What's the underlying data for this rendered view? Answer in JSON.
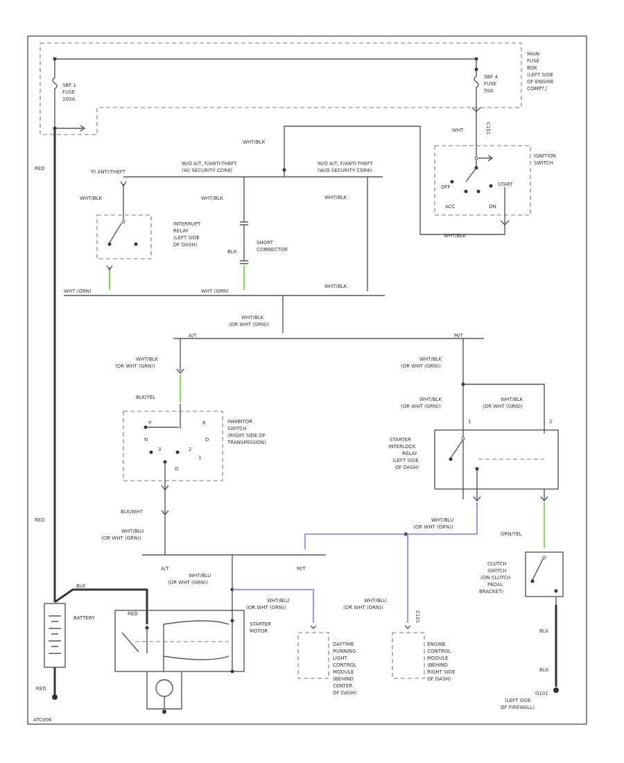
{
  "labels": {
    "main_fuse_box": [
      "MAIN",
      "FUSE",
      "BOX",
      "(LEFT SIDE",
      "OF ENGINE",
      "COMPT.)"
    ],
    "sbf1": [
      "SBF 1",
      "FUSE",
      "100A"
    ],
    "sbf4": [
      "SBF 4",
      "FUSE",
      "50A"
    ],
    "red_top": "RED",
    "red_mid": "RED",
    "red_bottom": "RED",
    "wht_top": "WHT",
    "ignition_switch": [
      "IGNITION",
      "SWITCH"
    ],
    "ign_off": "OFF",
    "ign_start": "START",
    "ign_acc": "ACC",
    "ign_on": "ON",
    "wht_blk_top": "WHT/BLK",
    "wht_blk_ign_out": "WHT/BLK",
    "branch_left": [
      "W/O A/T, F/ANTI-THEFT",
      "(W/ SECURITY CDR8)"
    ],
    "branch_right": [
      "W/O A/T, F/ANTI-THEFT",
      "(W/O SECURITY CDR8)"
    ],
    "anti_theft": "'F/ ANTI-THEFT",
    "wht_blk_relay_in": "WHT/BLK",
    "wht_blk_short": "WHT/BLK",
    "wht_blk_right": "WHT/BLK",
    "interrupt_relay": [
      "INTERRUPT",
      "RELAY",
      "(LEFT SIDE",
      "OF DASH)"
    ],
    "short_connector": [
      "SHORT",
      "CONNECTOR"
    ],
    "blk_short": "BLK",
    "wht_grn_a": "WHT (GRN)",
    "wht_grn_b": "WHT (GRN)",
    "wht_blk_merge": "WHT/BLK",
    "merge_wire": [
      "WHT/BLK",
      "(OR WHT (GRN))"
    ],
    "at_label": "A/T",
    "mt_label": "M/T",
    "at_wire": [
      "WHT/BLK",
      "(OR WHT (GRN))"
    ],
    "mt_wire": [
      "WHT/BLK",
      "(OR WHT (GRN))"
    ],
    "blk_yel": "BLK/YEL",
    "inhibitor_switch": [
      "INHIBITOR",
      "SWITCH",
      "(RIGHT SIDE OF",
      "TRANSMISSION)"
    ],
    "inhibitor_positions": [
      "P",
      "R",
      "N",
      "D",
      "3",
      "2",
      "1",
      "D"
    ],
    "blk_wht": "BLK/WHT",
    "at_out_wire": [
      "WHT/BLU",
      "(OR WHT (GRN))"
    ],
    "relay_in_a": [
      "WHT/BLK",
      "(OR WHT (GRN))"
    ],
    "relay_in_b": [
      "WHT/BLK",
      "(OR WHT (GRN))"
    ],
    "starter_interlock": [
      "STARTER",
      "INTERLOCK",
      "RELAY",
      "(LEFT SIDE",
      "OF DASH)"
    ],
    "relay_out_wire": [
      "WHT/BLU",
      "(OR WHT (GRN))"
    ],
    "grn_yel": "GRN/YEL",
    "clutch_switch": [
      "CLUTCH",
      "SWITCH",
      "(ON CLUTCH",
      "PEDAL",
      "BRACKET)"
    ],
    "at_lower": "A/T",
    "mt_lower": "M/T",
    "starter_wire_a": [
      "WHT/BLU",
      "(OR WHT (GRN))"
    ],
    "starter_wire_b": [
      "WHT/BLU",
      "(OR WHT (GRN))"
    ],
    "ecm_wire": [
      "WHT/BLU",
      "(OR WHT (GRN))"
    ],
    "blk_bat": "BLK",
    "red_bat": "RED",
    "battery": "BATTERY",
    "starter_motor": [
      "STARTER",
      "MOTOR"
    ],
    "drl_module": [
      "DAYTIME",
      "RUNNING",
      "LIGHT",
      "CONTROL",
      "MODULE",
      "(BEHIND",
      "CENTER",
      "OF DASH)"
    ],
    "ecm": [
      "ENGINE",
      "CONTROL",
      "MODULE",
      "(BEHIND",
      "RIGHT SIDE",
      "OF DASH)"
    ],
    "blk_ground_a": "BLK",
    "blk_ground_b": "BLK",
    "ground": [
      "G101",
      "(LEFT SIDE",
      "OF FIREWALL)"
    ],
    "pin_1": "1",
    "pin_2": "2",
    "c1": "C101",
    "c2": "C101",
    "code": "ATC006"
  }
}
